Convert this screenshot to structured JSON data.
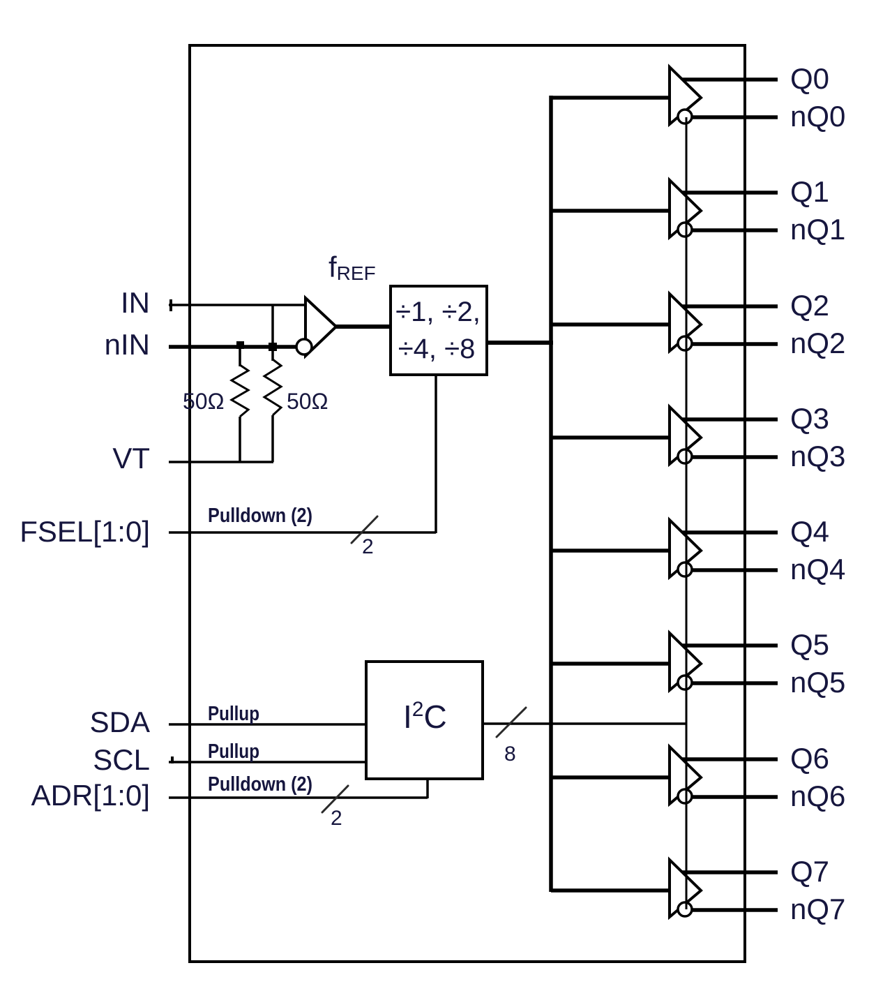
{
  "colors": {
    "wire": "#000000",
    "label_text": "#16163e",
    "background": "#ffffff"
  },
  "ports": {
    "in": "IN",
    "nin": "nIN",
    "vt": "VT",
    "fsel": "FSEL[1:0]",
    "sda": "SDA",
    "scl": "SCL",
    "adr": "ADR[1:0]"
  },
  "labels": {
    "fref_base": "f",
    "fref_sub": "REF",
    "r1": "50Ω",
    "r2": "50Ω",
    "pulldown_fsel": "Pulldown (2)",
    "pullup_sda": "Pullup",
    "pullup_scl": "Pullup",
    "pulldown_adr": "Pulldown (2)",
    "fsel_width": "2",
    "adr_width": "2",
    "i2c_width": "8"
  },
  "blocks": {
    "divider_line1": "÷1, ÷2,",
    "divider_line2": "÷4, ÷8",
    "i2c_base": "I",
    "i2c_sup": "2",
    "i2c_suffix": "C"
  },
  "outputs": [
    {
      "q": "Q0",
      "nq": "nQ0"
    },
    {
      "q": "Q1",
      "nq": "nQ1"
    },
    {
      "q": "Q2",
      "nq": "nQ2"
    },
    {
      "q": "Q3",
      "nq": "nQ3"
    },
    {
      "q": "Q4",
      "nq": "nQ4"
    },
    {
      "q": "Q5",
      "nq": "nQ5"
    },
    {
      "q": "Q6",
      "nq": "nQ6"
    },
    {
      "q": "Q7",
      "nq": "nQ7"
    }
  ]
}
